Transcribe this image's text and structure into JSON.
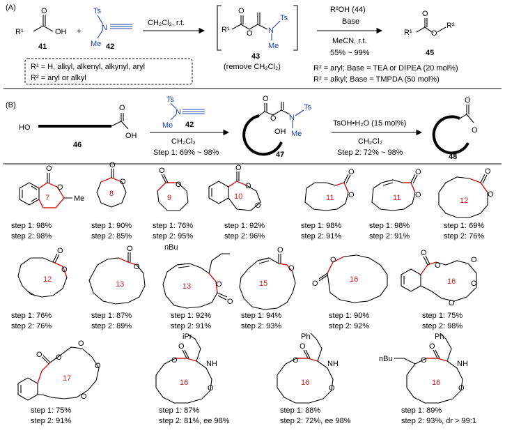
{
  "sectionA": {
    "label": "(A)",
    "cmp41": {
      "r1": "R¹",
      "oh": "OH",
      "o": "O",
      "num": "41"
    },
    "plus": "+",
    "cmp42": {
      "ts": "Ts",
      "n": "N",
      "me": "Me",
      "num": "42"
    },
    "arrow1": "CH₂Cl₂, r.t.",
    "cmp43": {
      "r1": "R¹",
      "o1": "O",
      "o2": "O",
      "n": "N",
      "ts": "Ts",
      "me": "Me",
      "num": "43",
      "note": "(remove CH₂Cl₂)"
    },
    "arrow2_top1": "R²OH (44)",
    "arrow2_top2": "Base",
    "arrow2_bot1": "MeCN, r.t.",
    "arrow2_bot2": "55% ~ 99%",
    "cmp45": {
      "r1": "R¹",
      "o1": "O",
      "o2": "O",
      "r2": "R²",
      "num": "45"
    },
    "box_line1": "R¹ = H, alkyl, alkenyl, alkynyl, aryl",
    "box_line2": "R² = aryl or alkyl",
    "cond1": "R² = aryl; Base = TEA or DIPEA (20 mol%)",
    "cond2": "R² = alkyl; Base = TMPDA (50 mol%)"
  },
  "sectionB": {
    "label": "(B)",
    "cmp46": {
      "ho": "HO",
      "o": "O",
      "oh": "OH",
      "num": "46"
    },
    "reagent": {
      "ts": "Ts",
      "n": "N",
      "me": "Me",
      "num": "42"
    },
    "arrow1_bot1": "CH₂Cl₂",
    "arrow1_bot2": "Step 1: 69% ~ 98%",
    "cmp47": {
      "o1": "O",
      "o2": "O",
      "oh": "OH",
      "n": "N",
      "ts": "Ts",
      "me": "Me",
      "num": "47"
    },
    "arrow2_top": "TsOH•H₂O (15 mol%)",
    "arrow2_bot1": "CH₂Cl₂",
    "arrow2_bot2": "Step 2: 72% ~ 98%",
    "cmp48": {
      "o1": "O",
      "o2": "O",
      "num": "48"
    }
  },
  "products": [
    {
      "ring": "7",
      "s1": "step 1: 98%",
      "s2": "step 2: 98%",
      "extra": "Me"
    },
    {
      "ring": "8",
      "s1": "step 1: 90%",
      "s2": "step 2: 85%"
    },
    {
      "ring": "9",
      "s1": "step 1: 76%",
      "s2": "step 2: 95%"
    },
    {
      "ring": "10",
      "s1": "step 1: 92%",
      "s2": "step 2: 96%"
    },
    {
      "ring": "11",
      "s1": "step 1: 98%",
      "s2": "step 2: 91%"
    },
    {
      "ring": "11",
      "s1": "step 1: 98%",
      "s2": "step 2: 91%"
    },
    {
      "ring": "12",
      "s1": "step 1: 69%",
      "s2": "step 2: 76%"
    },
    {
      "ring": "12",
      "s1": "step 1: 76%",
      "s2": "step 2: 76%"
    },
    {
      "ring": "13",
      "s1": "step 1: 87%",
      "s2": "step 2: 89%"
    },
    {
      "ring": "13",
      "s1": "step 1: 92%",
      "s2": "step 2: 91%",
      "extra": "nBu"
    },
    {
      "ring": "15",
      "s1": "step 1: 94%",
      "s2": "step 2: 93%"
    },
    {
      "ring": "16",
      "s1": "step 1: 90%",
      "s2": "step 2: 92%"
    },
    {
      "ring": "16",
      "s1": "step 1: 75%",
      "s2": "step 2: 98%"
    },
    {
      "ring": "17",
      "s1": "step 1: 75%",
      "s2": "step 2: 91%"
    },
    {
      "ring": "16",
      "s1": "step 1: 87%",
      "s2": "step 2: 81%, ee 98%",
      "extra": "iPr"
    },
    {
      "ring": "16",
      "s1": "step 1: 88%",
      "s2": "step 2: 72%, ee 98%",
      "extra": "Ph"
    },
    {
      "ring": "16",
      "s1": "step 1: 89%",
      "s2": "step 2: 93%, dr > 99:1",
      "extra": "Ph",
      "extra2": "nBu"
    }
  ],
  "atoms": {
    "o": "O",
    "nh": "NH",
    "me": "Me"
  }
}
